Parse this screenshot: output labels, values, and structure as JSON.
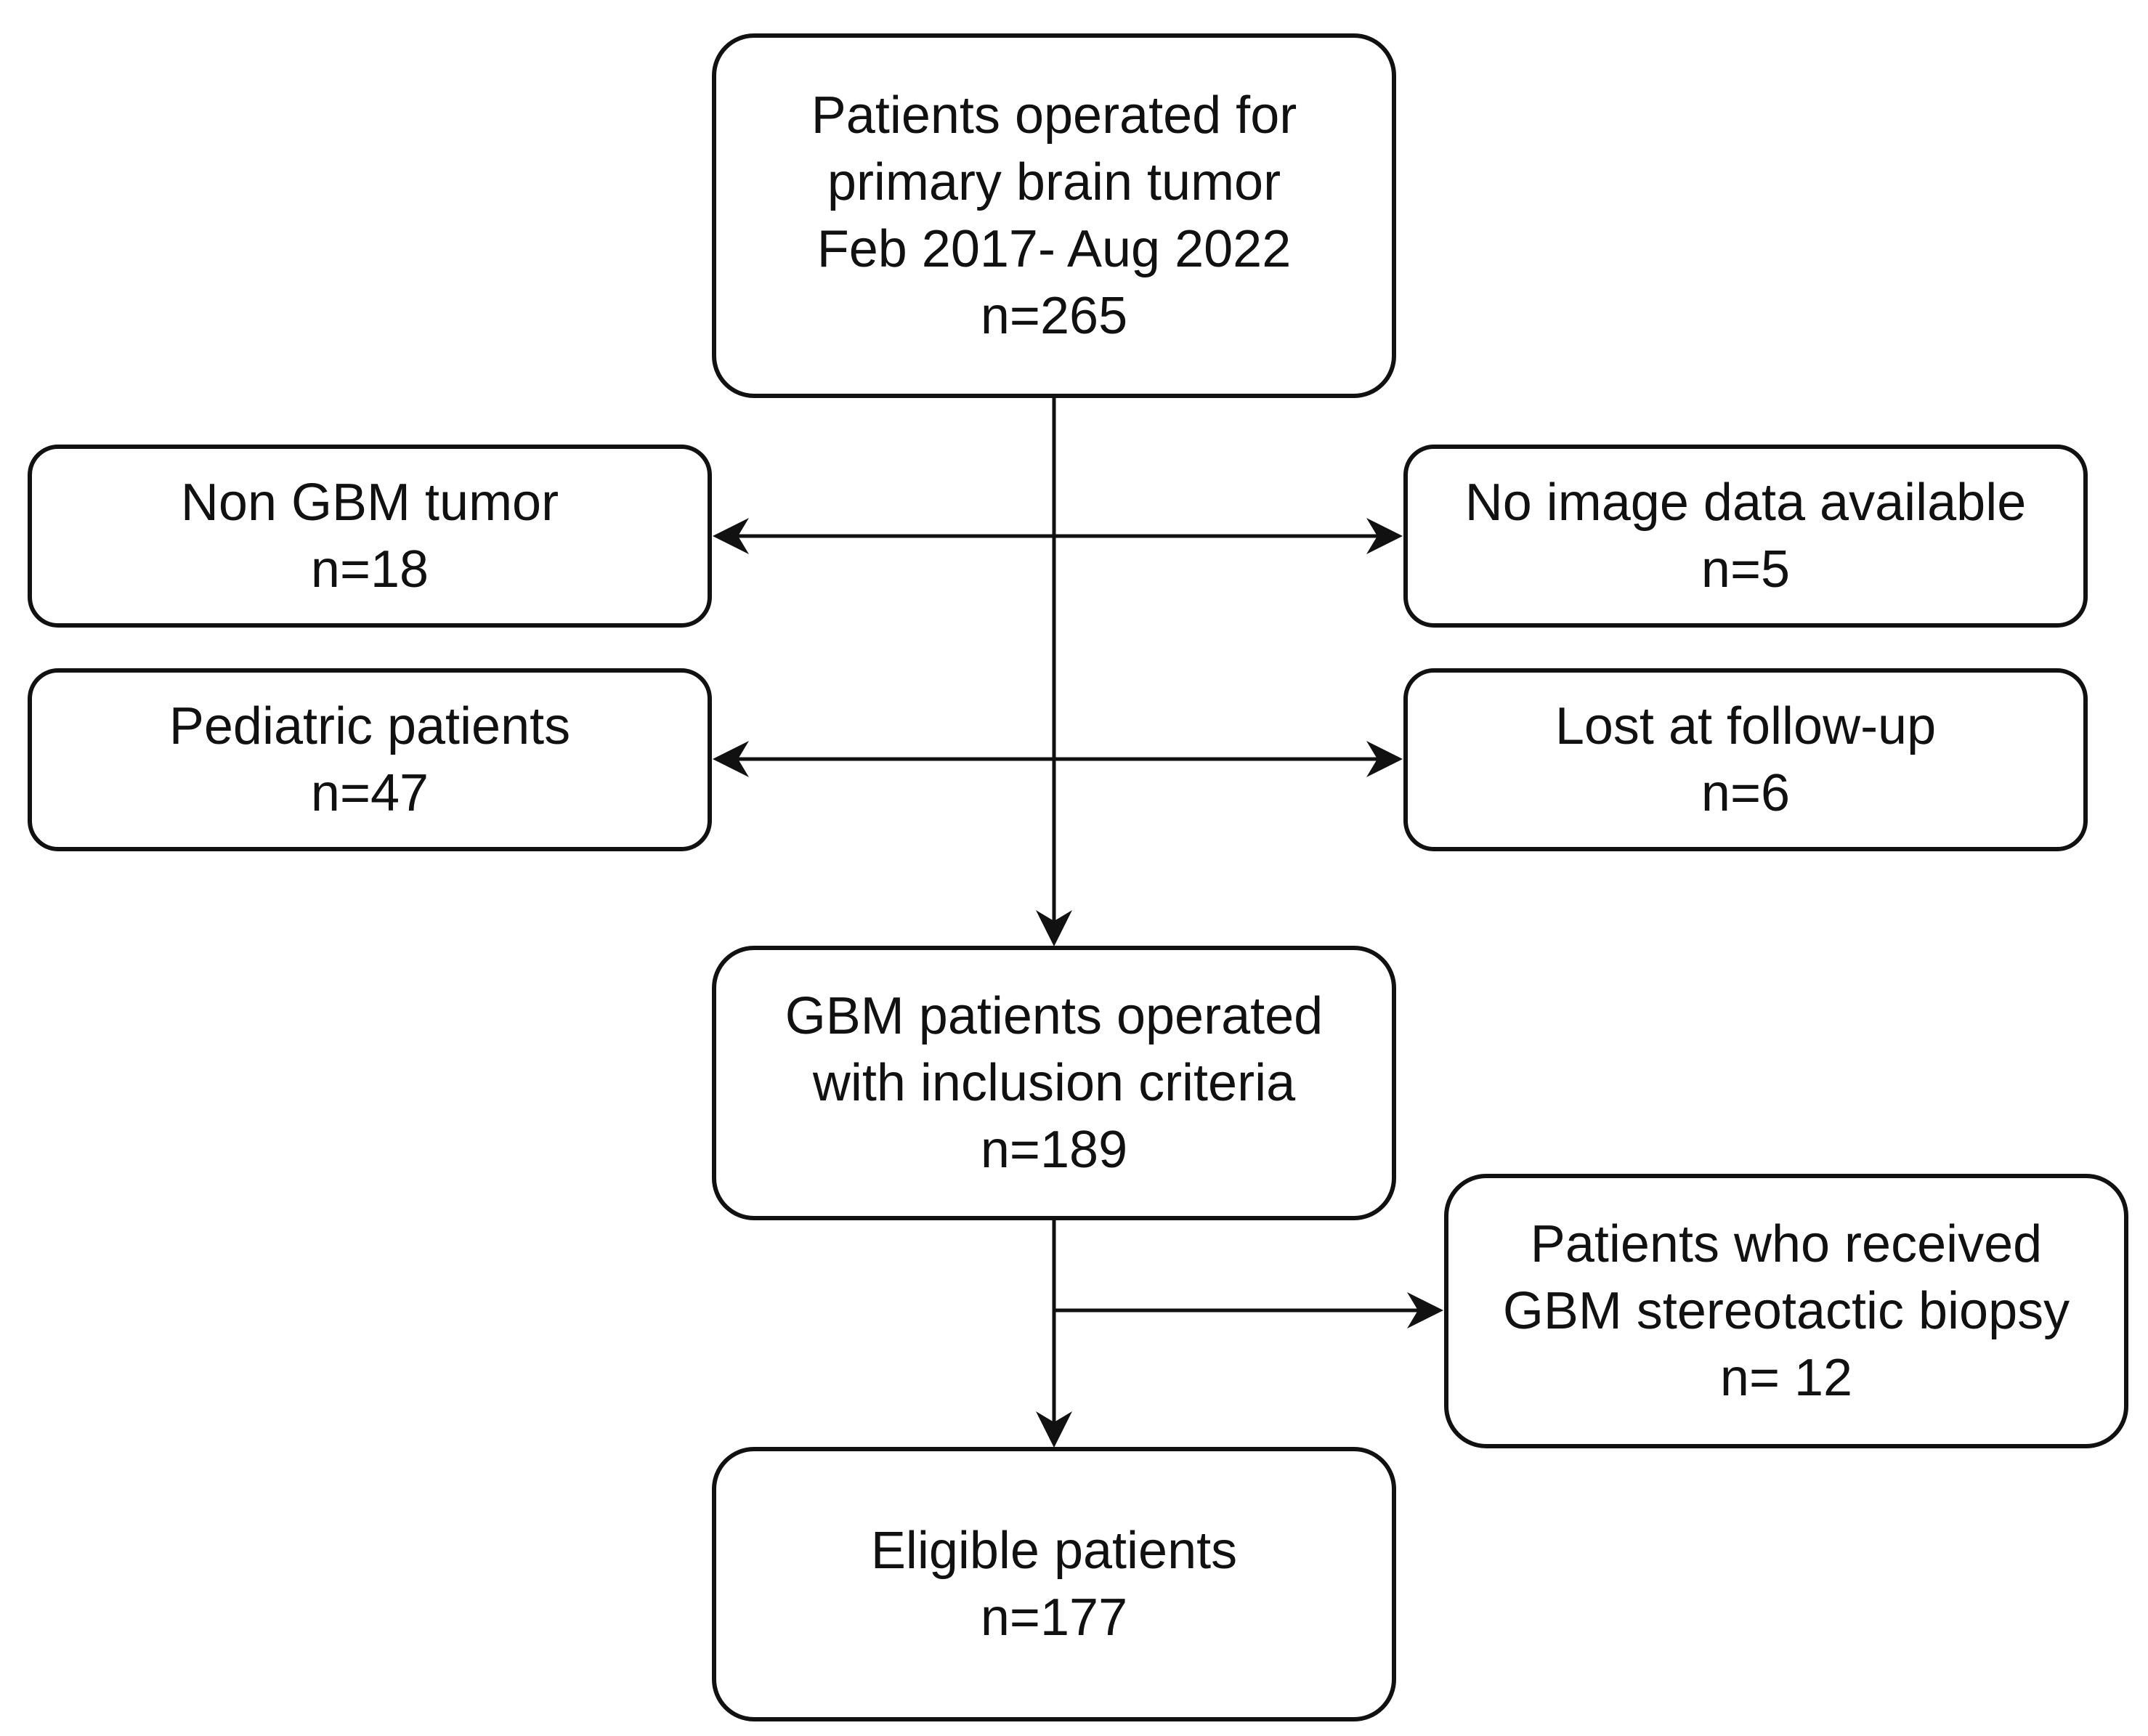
{
  "diagram": {
    "start": {
      "lines": [
        "Patients operated for",
        "primary brain tumor",
        "Feb 2017- Aug 2022",
        "n=265"
      ]
    },
    "excluded_left_1": {
      "lines": [
        "Non GBM tumor",
        "n=18"
      ]
    },
    "excluded_right_1": {
      "lines": [
        "No image data available",
        "n=5"
      ]
    },
    "excluded_left_2": {
      "lines": [
        "Pediatric patients",
        "n=47"
      ]
    },
    "excluded_right_2": {
      "lines": [
        "Lost at follow-up",
        "n=6"
      ]
    },
    "included": {
      "lines": [
        "GBM patients operated",
        "with inclusion criteria",
        "n=189"
      ]
    },
    "excluded_biopsy": {
      "lines": [
        "Patients who received",
        "GBM stereotactic biopsy",
        "n= 12"
      ]
    },
    "eligible": {
      "lines": [
        "Eligible patients",
        "n=177"
      ]
    },
    "colors": {
      "stroke": "#111111",
      "background": "#ffffff"
    }
  }
}
